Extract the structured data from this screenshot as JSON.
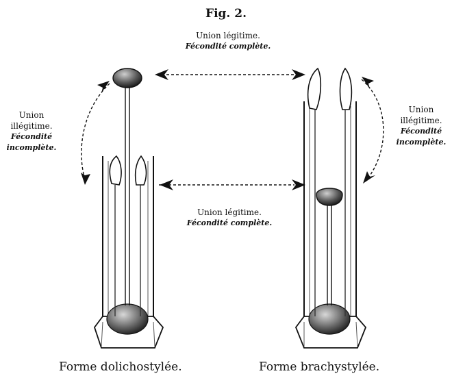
{
  "figure": {
    "title": "Fig. 2."
  },
  "labels": {
    "top": {
      "line1": "Union légitime.",
      "line2": "Fécondité complète."
    },
    "middle": {
      "line1": "Union légitime.",
      "line2": "Fécondité complète."
    },
    "left": {
      "line1": "Union",
      "line2": "illégitime.",
      "line3": "Fécondité",
      "line4": "incomplète."
    },
    "right": {
      "line1": "Union",
      "line2": "illégitime.",
      "line3": "Fécondité",
      "line4": "incomplète."
    }
  },
  "captions": {
    "left": "Forme dolichostylée.",
    "right": "Forme brachystylée."
  },
  "colors": {
    "ink": "#111111",
    "paper": "#ffffff"
  }
}
